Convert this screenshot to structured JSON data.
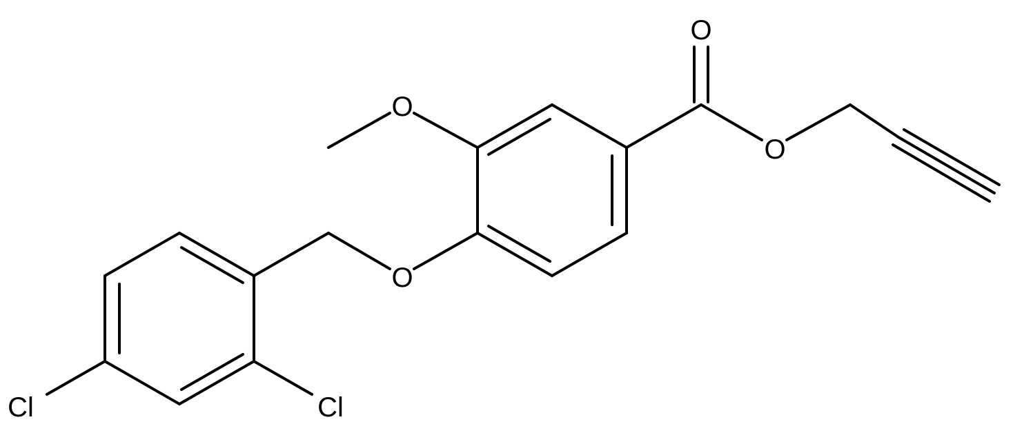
{
  "molecule": {
    "atoms": {
      "carbonyl_o": "O",
      "ester_o": "O",
      "methoxy_o": "O",
      "ether_o": "O",
      "cl_ortho": "Cl",
      "cl_para": "Cl"
    }
  },
  "colors": {
    "bond": "#000000",
    "text": "#000000",
    "background": "#ffffff"
  }
}
